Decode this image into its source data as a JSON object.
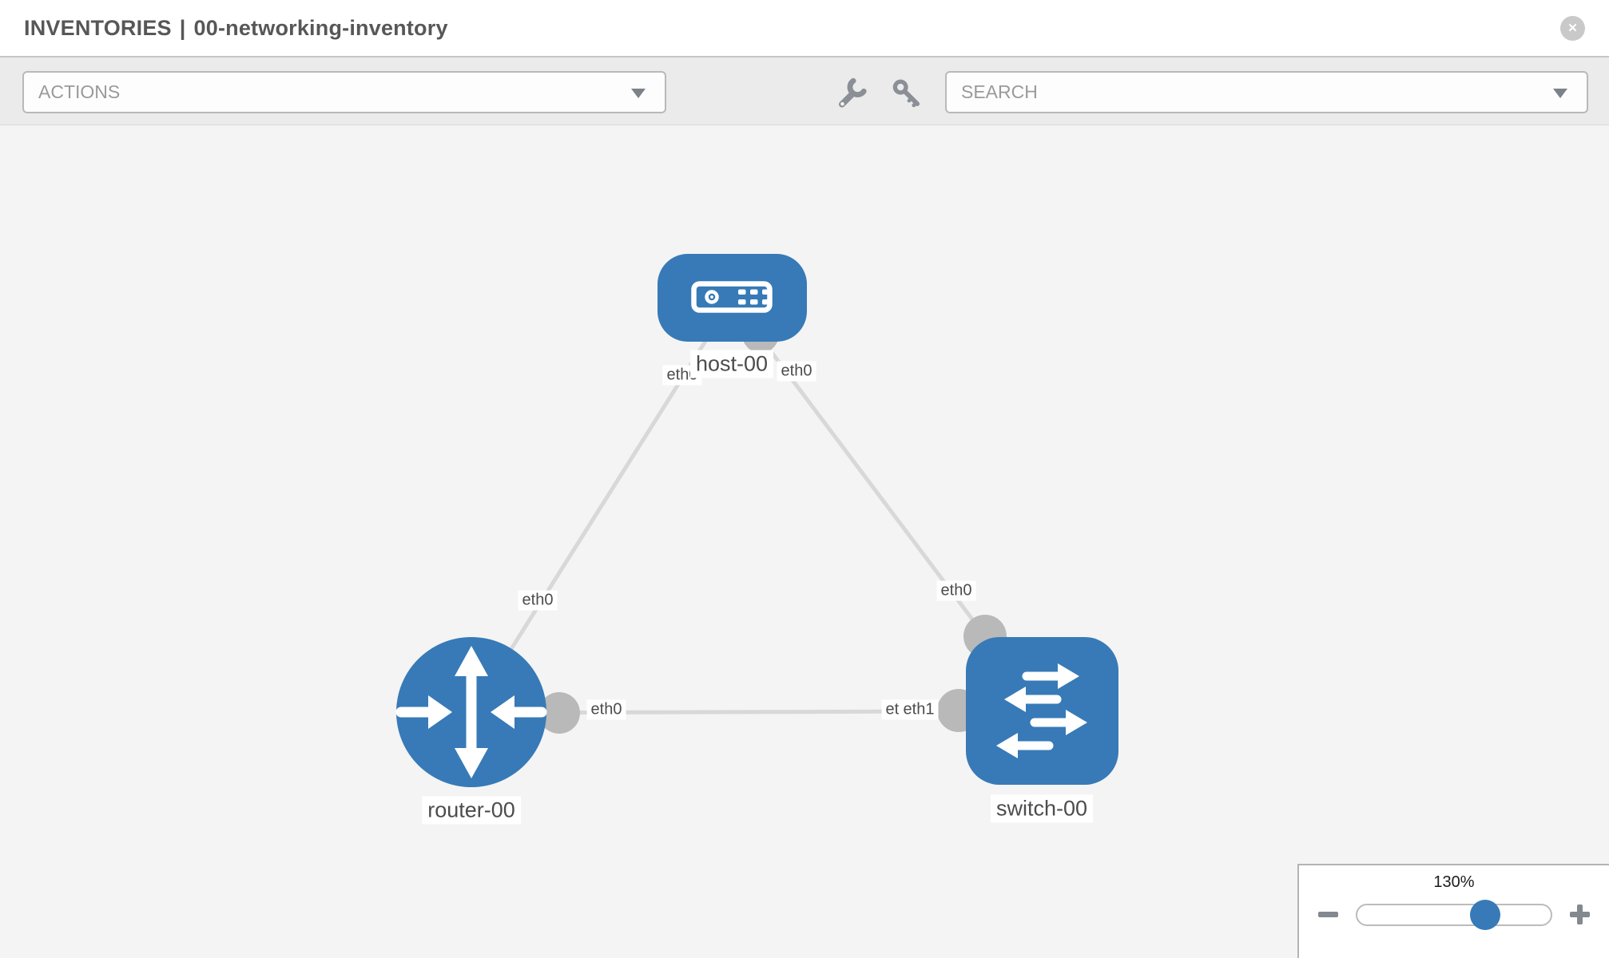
{
  "header": {
    "section": "INVENTORIES",
    "separator": "|",
    "inventory_name": "00-networking-inventory",
    "close_icon": "✕"
  },
  "toolbar": {
    "actions_label": "ACTIONS",
    "search_placeholder": "SEARCH"
  },
  "icons": {
    "close": "x-circle",
    "actions_caret": "caret-down",
    "search_caret": "caret-down",
    "wrench": "wrench",
    "key": "key",
    "zoom_out": "minus",
    "zoom_in": "plus"
  },
  "topology": {
    "nodes": [
      {
        "label": "host-00",
        "type": "host"
      },
      {
        "label": "router-00",
        "type": "router"
      },
      {
        "label": "switch-00",
        "type": "switch"
      }
    ],
    "links": [
      {
        "source": "router-00",
        "target": "host-00",
        "source_interface": "eth0",
        "target_interface": "eth0"
      },
      {
        "source": "host-00",
        "target": "switch-00",
        "source_interface": "eth0",
        "target_interface": "eth0"
      },
      {
        "source": "router-00",
        "target": "switch-00",
        "source_interface": "eth0",
        "target_interface": "eth1",
        "overlapped_interface": "eth0"
      }
    ]
  },
  "zoom_control": {
    "level": "130%"
  },
  "colors": {
    "node_blue": "#377ab7",
    "link_gray": "#d8d8d8",
    "interface_gray": "#b9b9b9",
    "canvas_bg": "#f4f4f4",
    "toolbar_bg": "#ebebeb"
  }
}
